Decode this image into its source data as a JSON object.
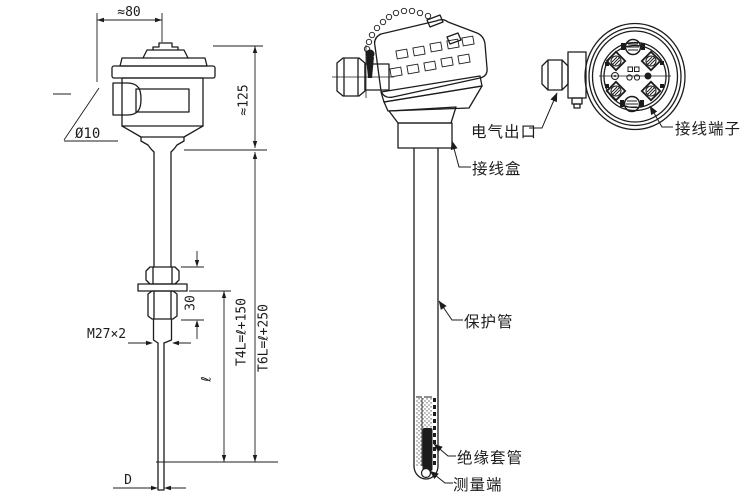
{
  "dimension_view": {
    "head_width": "≈80",
    "head_height": "≈125",
    "outlet_diameter": "Ø10",
    "thread_spec": "M27×2",
    "hex_height": "30",
    "insertion_length": "ℓ",
    "length_t4": "T4L=ℓ+150",
    "length_t6": "T6L=ℓ+250",
    "probe_diameter": "D"
  },
  "part_labels": {
    "electrical_outlet": "电气出口",
    "junction_box": "接线盒",
    "protection_tube": "保护管",
    "insulation_sleeve": "绝缘套管",
    "measuring_end": "测量端",
    "terminal_block": "接线端子"
  },
  "colors": {
    "line": "#1c1c1c",
    "background": "#ffffff"
  }
}
